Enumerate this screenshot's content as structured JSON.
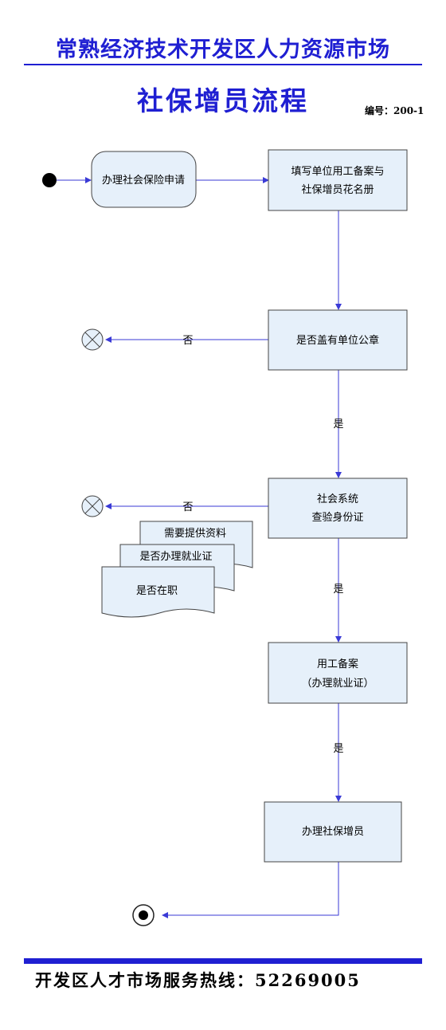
{
  "header": {
    "org_title": "常熟经济技术开发区人力资源市场",
    "page_title": "社保增员流程",
    "doc_no": "编号：200-1"
  },
  "nodes": {
    "apply": "办理社会保险申请",
    "fill_l1": "填写单位用工备案与",
    "fill_l2": "社保增员花名册",
    "seal": "是否盖有单位公章",
    "check_l1": "社会系统",
    "check_l2": "查验身份证",
    "record_l1": "用工备案",
    "record_l2": "（办理就业证）",
    "increase": "办理社保增员"
  },
  "documents": {
    "doc1": "需要提供资料",
    "doc2": "是否办理就业证",
    "doc3": "是否在职"
  },
  "edges": {
    "no_seal": "否",
    "yes_seal": "是",
    "no_check": "否",
    "yes_check": "是",
    "yes_record": "是"
  },
  "footer": {
    "hotline": "开发区人才市场服务热线：52269005"
  },
  "colors": {
    "brand_blue": "#1f1fd2",
    "node_fill": "#e6f0fa",
    "arrow": "#3a3ad6"
  }
}
